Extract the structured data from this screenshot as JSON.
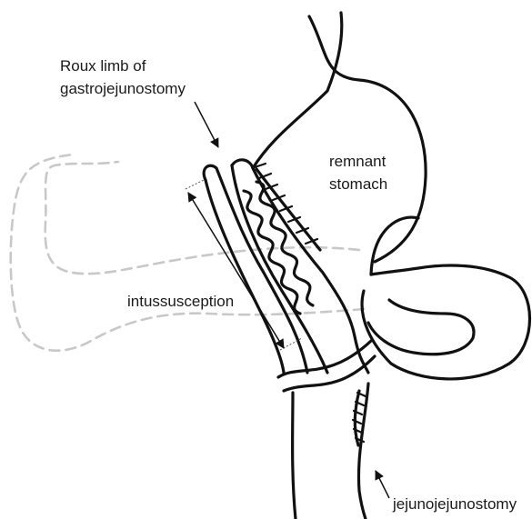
{
  "labels": {
    "roux_limb_line1": "Roux limb of",
    "roux_limb_line2": "gastrojejunostomy",
    "remnant_line1": "remnant",
    "remnant_line2": "stomach",
    "intussusception": "intussusception",
    "jejunojejunostomy": "jejunojejunostomy"
  },
  "colors": {
    "outline": "#111111",
    "dashed_limb": "#c8c8c8",
    "background": "#ffffff"
  }
}
